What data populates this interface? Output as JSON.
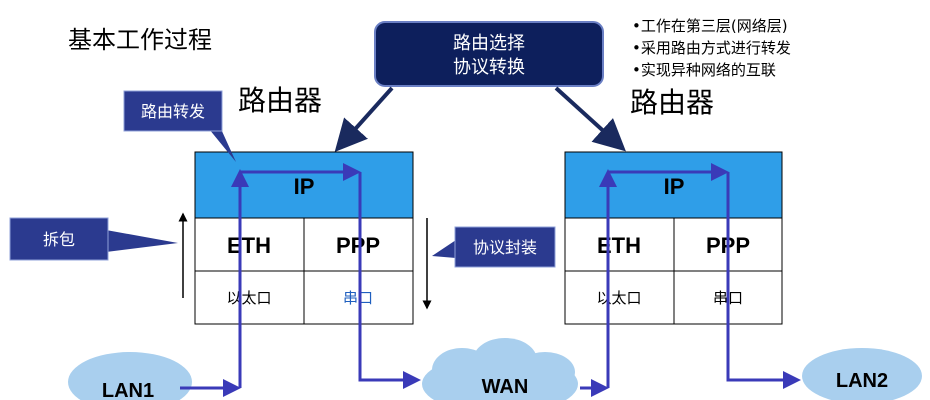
{
  "title": "基本工作过程",
  "center_box": {
    "line1": "路由选择",
    "line2": "协议转换"
  },
  "bullets": [
    "•工作在第三层(网络层)",
    "•采用路由方式进行转发",
    "•实现异种网络的互联"
  ],
  "router_left": {
    "label": "路由器",
    "ip": "IP",
    "proto_left": "ETH",
    "proto_right": "PPP",
    "port_left": "以太口",
    "port_right": "串口"
  },
  "router_right": {
    "label": "路由器",
    "ip": "IP",
    "proto_left": "ETH",
    "proto_right": "PPP",
    "port_left": "以太口",
    "port_right": "串口"
  },
  "callouts": {
    "forward": "路由转发",
    "unpack": "拆包",
    "encap": "协议封装"
  },
  "clouds": {
    "lan1": "LAN1",
    "wan": "WAN",
    "lan2": "LAN2"
  },
  "colors": {
    "ip_fill": "#2f9ee8",
    "navy": "#0d1f5c",
    "callout": "#2b3a8f",
    "path": "#3a3ab8",
    "cloud": "#a9cfee",
    "port_blue": "#1f5fbf"
  }
}
